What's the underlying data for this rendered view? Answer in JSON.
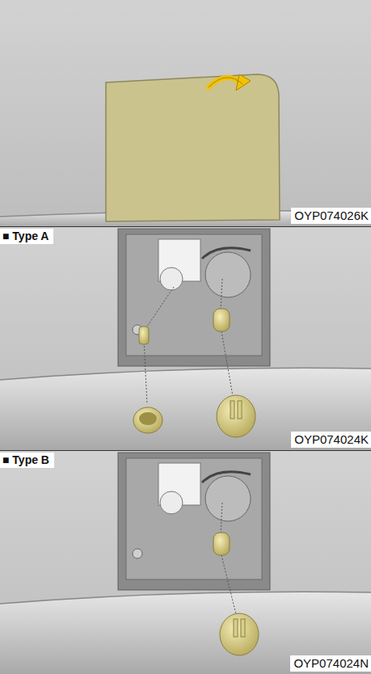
{
  "diagram": {
    "labels": [
      "OYP074026K",
      "■ Type A",
      "OYP074024K",
      "■ Type B",
      "OYP074024N"
    ]
  }
}
